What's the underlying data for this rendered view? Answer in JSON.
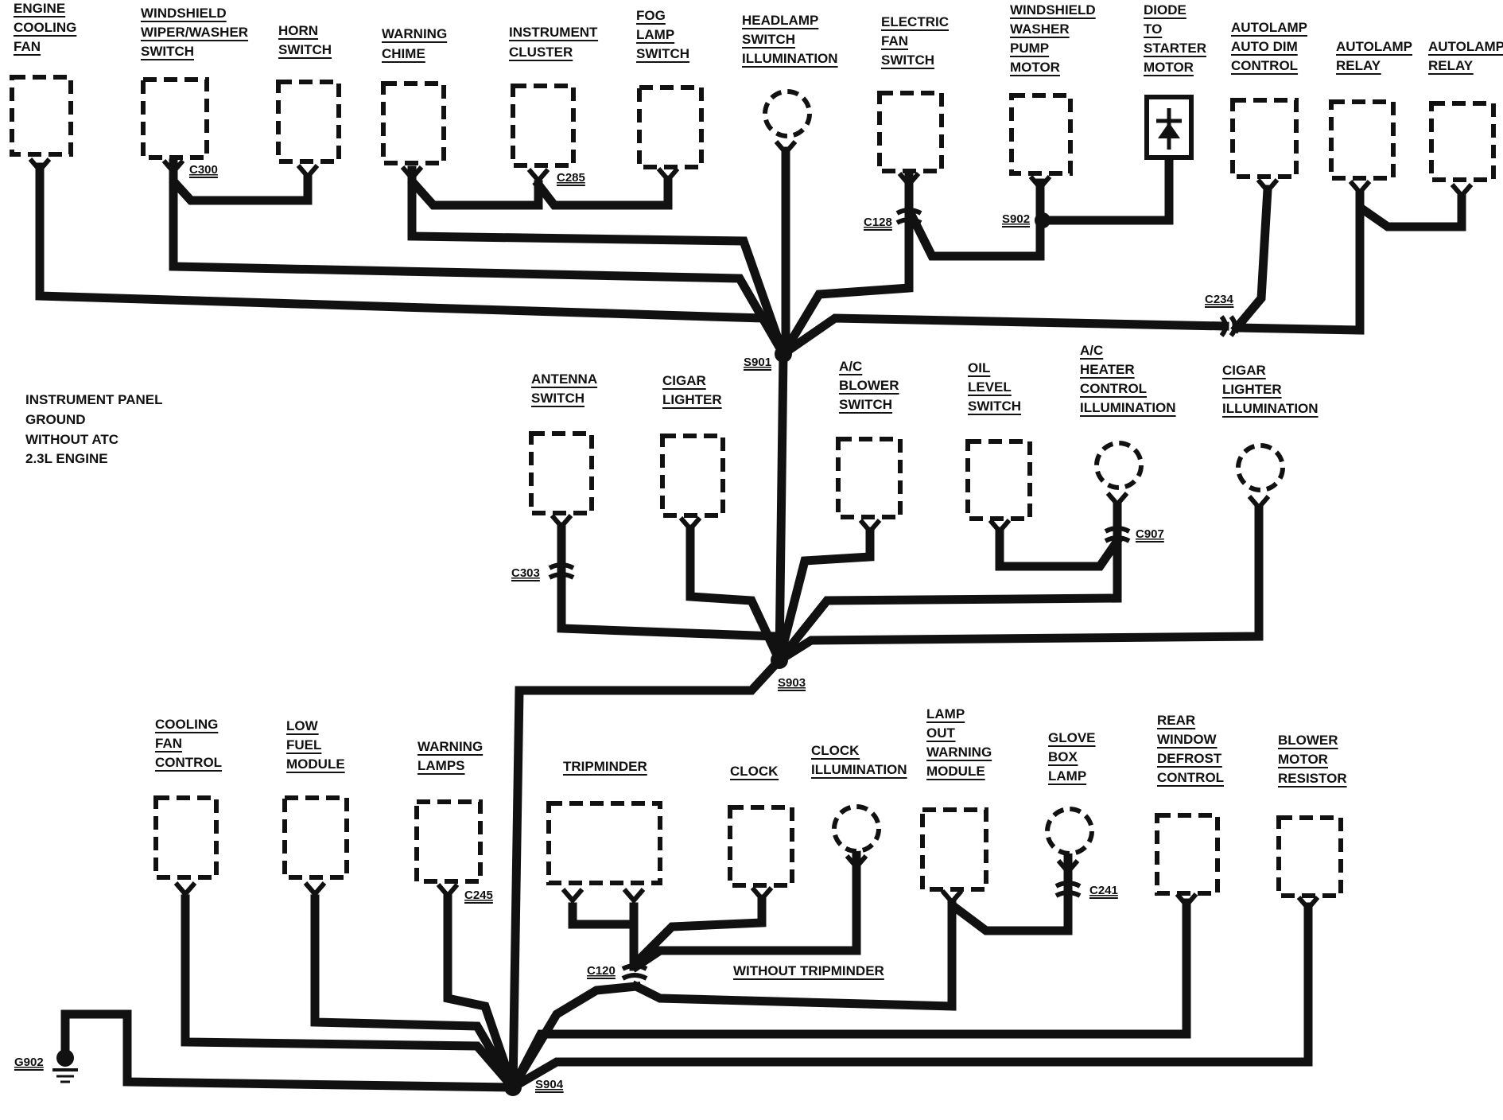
{
  "title_lines": [
    "INSTRUMENT PANEL",
    "GROUND",
    "WITHOUT ATC",
    "2.3L ENGINE"
  ],
  "components": {
    "engine_cooling_fan": [
      "ENGINE",
      "COOLING",
      "FAN"
    ],
    "windshield_wiper_washer_switch": [
      "WINDSHIELD",
      "WIPER/WASHER",
      "SWITCH"
    ],
    "horn_switch": [
      "HORN",
      "SWITCH"
    ],
    "warning_chime": [
      "WARNING",
      "CHIME"
    ],
    "instrument_cluster": [
      "INSTRUMENT",
      "CLUSTER"
    ],
    "fog_lamp_switch": [
      "FOG",
      "LAMP",
      "SWITCH"
    ],
    "headlamp_switch_illumination": [
      "HEADLAMP",
      "SWITCH",
      "ILLUMINATION"
    ],
    "electric_fan_switch": [
      "ELECTRIC",
      "FAN",
      "SWITCH"
    ],
    "windshield_washer_pump_motor": [
      "WINDSHIELD",
      "WASHER",
      "PUMP",
      "MOTOR"
    ],
    "diode_to_starter_motor": [
      "DIODE",
      "TO",
      "STARTER",
      "MOTOR"
    ],
    "autolamp_auto_dim_control": [
      "AUTOLAMP",
      "AUTO DIM",
      "CONTROL"
    ],
    "autolamp_relay_1": [
      "AUTOLAMP",
      "RELAY"
    ],
    "autolamp_relay_2": [
      "AUTOLAMP",
      "RELAY"
    ],
    "antenna_switch": [
      "ANTENNA",
      "SWITCH"
    ],
    "cigar_lighter": [
      "CIGAR",
      "LIGHTER"
    ],
    "ac_blower_switch": [
      "A/C",
      "BLOWER",
      "SWITCH"
    ],
    "oil_level_switch": [
      "OIL",
      "LEVEL",
      "SWITCH"
    ],
    "ac_heater_control_illumination": [
      "A/C",
      "HEATER",
      "CONTROL",
      "ILLUMINATION"
    ],
    "cigar_lighter_illumination": [
      "CIGAR",
      "LIGHTER",
      "ILLUMINATION"
    ],
    "cooling_fan_control": [
      "COOLING",
      "FAN",
      "CONTROL"
    ],
    "low_fuel_module": [
      "LOW",
      "FUEL",
      "MODULE"
    ],
    "warning_lamps": [
      "WARNING",
      "LAMPS"
    ],
    "tripminder": [
      "TRIPMINDER"
    ],
    "clock": [
      "CLOCK"
    ],
    "clock_illumination": [
      "CLOCK",
      "ILLUMINATION"
    ],
    "lamp_out_warning_module": [
      "LAMP",
      "OUT",
      "WARNING",
      "MODULE"
    ],
    "glove_box_lamp": [
      "GLOVE",
      "BOX",
      "LAMP"
    ],
    "rear_window_defrost_control": [
      "REAR",
      "WINDOW",
      "DEFROST",
      "CONTROL"
    ],
    "blower_motor_resistor": [
      "BLOWER",
      "MOTOR",
      "RESISTOR"
    ]
  },
  "connectors": {
    "c300": "C300",
    "c285": "C285",
    "c128": "C128",
    "s902": "S902",
    "c234": "C234",
    "s901": "S901",
    "c303": "C303",
    "c907": "C907",
    "s903": "S903",
    "c245": "C245",
    "c120": "C120",
    "c241": "C241",
    "g902": "G902",
    "s904": "S904"
  },
  "notes": {
    "without_tripminder": "WITHOUT TRIPMINDER"
  }
}
